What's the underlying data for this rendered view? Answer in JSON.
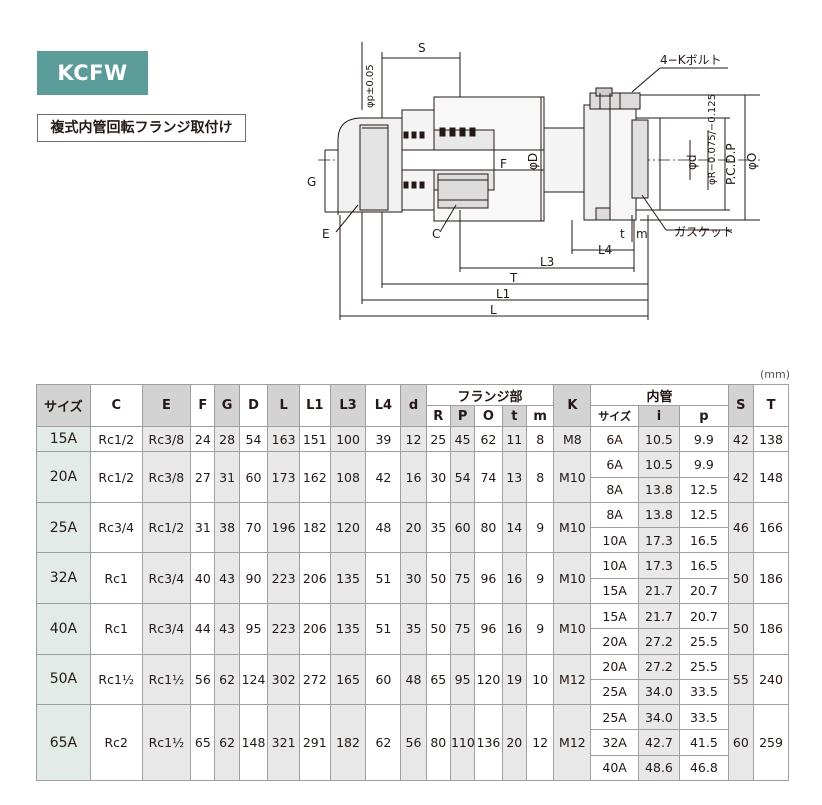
{
  "header": {
    "badge": "KCFW",
    "subtitle": "複式内管回転フランジ取付け"
  },
  "drawing": {
    "labels": {
      "s": "S",
      "p": "φp±0.05",
      "bolt": "4−Kボルト",
      "d_big": "φD",
      "f": "F",
      "g": "G",
      "e": "E",
      "c": "C",
      "d_small": "φd",
      "r": "φR−0.075/−0.125",
      "pcd": "P.C.D.P",
      "o": "φO",
      "t": "t",
      "m": "m",
      "gasket": "ガスケット",
      "l4": "L4",
      "l3": "L3",
      "tt": "T",
      "l1": "L1",
      "l": "L"
    }
  },
  "table": {
    "unit": "(mm)",
    "headers": {
      "size": "サイズ",
      "c": "C",
      "e": "E",
      "f": "F",
      "g": "G",
      "d": "D",
      "l": "L",
      "l1": "L1",
      "l3": "L3",
      "l4": "L4",
      "dd": "d",
      "flange": "フランジ部",
      "r": "R",
      "p": "P",
      "o": "O",
      "t": "t",
      "m": "m",
      "k": "K",
      "inner": "内管",
      "in_size": "サイズ",
      "in_i": "i",
      "in_p": "p",
      "s": "S",
      "tt": "T"
    },
    "rows": [
      {
        "size": "15A",
        "c": "Rc1/2",
        "e": "Rc3/8",
        "f": "24",
        "g": "28",
        "d": "54",
        "l": "163",
        "l1": "151",
        "l3": "100",
        "l4": "39",
        "dd": "12",
        "r": "25",
        "p": "45",
        "o": "62",
        "t": "11",
        "m": "8",
        "k": "M8",
        "s": "42",
        "tt": "138",
        "inner": [
          {
            "size": "6A",
            "i": "10.5",
            "p": "9.9"
          }
        ]
      },
      {
        "size": "20A",
        "c": "Rc1/2",
        "e": "Rc3/8",
        "f": "27",
        "g": "31",
        "d": "60",
        "l": "173",
        "l1": "162",
        "l3": "108",
        "l4": "42",
        "dd": "16",
        "r": "30",
        "p": "54",
        "o": "74",
        "t": "13",
        "m": "8",
        "k": "M10",
        "s": "42",
        "tt": "148",
        "inner": [
          {
            "size": "6A",
            "i": "10.5",
            "p": "9.9"
          },
          {
            "size": "8A",
            "i": "13.8",
            "p": "12.5"
          }
        ]
      },
      {
        "size": "25A",
        "c": "Rc3/4",
        "e": "Rc1/2",
        "f": "31",
        "g": "38",
        "d": "70",
        "l": "196",
        "l1": "182",
        "l3": "120",
        "l4": "48",
        "dd": "20",
        "r": "35",
        "p": "60",
        "o": "80",
        "t": "14",
        "m": "9",
        "k": "M10",
        "s": "46",
        "tt": "166",
        "inner": [
          {
            "size": "8A",
            "i": "13.8",
            "p": "12.5"
          },
          {
            "size": "10A",
            "i": "17.3",
            "p": "16.5"
          }
        ]
      },
      {
        "size": "32A",
        "c": "Rc1",
        "e": "Rc3/4",
        "f": "40",
        "g": "43",
        "d": "90",
        "l": "223",
        "l1": "206",
        "l3": "135",
        "l4": "51",
        "dd": "30",
        "r": "50",
        "p": "75",
        "o": "96",
        "t": "16",
        "m": "9",
        "k": "M10",
        "s": "50",
        "tt": "186",
        "inner": [
          {
            "size": "10A",
            "i": "17.3",
            "p": "16.5"
          },
          {
            "size": "15A",
            "i": "21.7",
            "p": "20.7"
          }
        ]
      },
      {
        "size": "40A",
        "c": "Rc1",
        "e": "Rc3/4",
        "f": "44",
        "g": "43",
        "d": "95",
        "l": "223",
        "l1": "206",
        "l3": "135",
        "l4": "51",
        "dd": "35",
        "r": "50",
        "p": "75",
        "o": "96",
        "t": "16",
        "m": "9",
        "k": "M10",
        "s": "50",
        "tt": "186",
        "inner": [
          {
            "size": "15A",
            "i": "21.7",
            "p": "20.7"
          },
          {
            "size": "20A",
            "i": "27.2",
            "p": "25.5"
          }
        ]
      },
      {
        "size": "50A",
        "c": "Rc1½",
        "e": "Rc1½",
        "f": "56",
        "g": "62",
        "d": "124",
        "l": "302",
        "l1": "272",
        "l3": "165",
        "l4": "60",
        "dd": "48",
        "r": "65",
        "p": "95",
        "o": "120",
        "t": "19",
        "m": "10",
        "k": "M12",
        "s": "55",
        "tt": "240",
        "inner": [
          {
            "size": "20A",
            "i": "27.2",
            "p": "25.5"
          },
          {
            "size": "25A",
            "i": "34.0",
            "p": "33.5"
          }
        ]
      },
      {
        "size": "65A",
        "c": "Rc2",
        "e": "Rc1½",
        "f": "65",
        "g": "62",
        "d": "148",
        "l": "321",
        "l1": "291",
        "l3": "182",
        "l4": "62",
        "dd": "56",
        "r": "80",
        "p": "110",
        "o": "136",
        "t": "20",
        "m": "12",
        "k": "M12",
        "s": "60",
        "tt": "259",
        "inner": [
          {
            "size": "25A",
            "i": "34.0",
            "p": "33.5"
          },
          {
            "size": "32A",
            "i": "42.7",
            "p": "41.5"
          },
          {
            "size": "40A",
            "i": "48.6",
            "p": "46.8"
          }
        ]
      }
    ]
  }
}
